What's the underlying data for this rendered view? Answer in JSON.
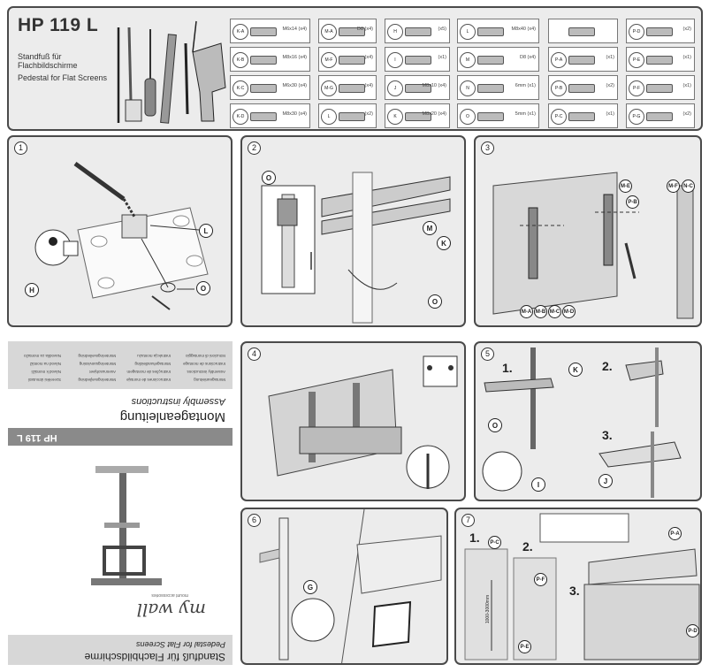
{
  "header": {
    "title": "HP 119 L",
    "subtitle_de": "Standfuß für Flachbildschirme",
    "subtitle_en": "Pedestal for Flat Screens",
    "tools": [
      "tape-measure-icon",
      "level-icon",
      "screwdriver-icon",
      "pencil-icon",
      "drill-icon"
    ]
  },
  "parts": [
    {
      "code": "K-A",
      "qty": "M6x14 (x4)"
    },
    {
      "code": "K-B",
      "qty": "M8x16 (x4)"
    },
    {
      "code": "K-C",
      "qty": "M6x30 (x4)"
    },
    {
      "code": "K-D",
      "qty": "M8x30 (x4)"
    },
    {
      "code": "M-A",
      "qty": "D8 (x4)"
    },
    {
      "code": "M-F",
      "qty": "(x4)"
    },
    {
      "code": "M-G",
      "qty": "(x4)"
    },
    {
      "code": "L",
      "qty": "(x2)"
    },
    {
      "code": "H",
      "qty": "(x5)"
    },
    {
      "code": "I",
      "qty": "(x1)"
    },
    {
      "code": "J",
      "qty": "M8x10 (x4)"
    },
    {
      "code": "K",
      "qty": "M8x20 (x4)"
    },
    {
      "code": "L",
      "qty": "M8x40 (x4)"
    },
    {
      "code": "M",
      "qty": "D8 (x4)"
    },
    {
      "code": "N",
      "qty": "6mm (x1)"
    },
    {
      "code": "O",
      "qty": "5mm (x1)"
    },
    {
      "code": "",
      "qty": ""
    },
    {
      "code": "P-A",
      "qty": "(x1)"
    },
    {
      "code": "P-B",
      "qty": "(x2)"
    },
    {
      "code": "P-C",
      "qty": "(x1)"
    },
    {
      "code": "P-D",
      "qty": "(x2)"
    },
    {
      "code": "P-E",
      "qty": "(x1)"
    },
    {
      "code": "P-F",
      "qty": "(x1)"
    },
    {
      "code": "P-G",
      "qty": "(x2)"
    }
  ],
  "steps": {
    "s1": {
      "num": "1",
      "callouts": [
        "L",
        "H",
        "O"
      ]
    },
    "s2": {
      "num": "2",
      "callouts": [
        "O",
        "M",
        "K",
        "O"
      ]
    },
    "s3": {
      "num": "3",
      "callouts": [
        "M-E",
        "P-B",
        "M-F",
        "N-C",
        "M-A",
        "M-B",
        "M-C",
        "M-D"
      ]
    },
    "s4": {
      "num": "4"
    },
    "s5": {
      "num": "5",
      "sub": [
        "1.",
        "2.",
        "3."
      ],
      "callouts": [
        "K",
        "O",
        "I",
        "J"
      ]
    },
    "s6": {
      "num": "6",
      "callouts": [
        "G"
      ]
    },
    "s7": {
      "num": "7",
      "sub": [
        "1.",
        "2.",
        "3."
      ],
      "callouts": [
        "P-C",
        "P-F",
        "P-E",
        "P-A",
        "P-D"
      ],
      "dim": "1000-3000mm"
    }
  },
  "cover": {
    "languages": [
      "Montageanleitung",
      "Assembly instructions",
      "Instructions de montage",
      "Istruzioni di montaggio",
      "Instrucciones de montaje",
      "Instruções de montagem",
      "Montagehandleiding",
      "Instrukcja montażu",
      "Monteringsvejledning",
      "Asennusohjeet",
      "Monteringsanvisning",
      "Monteringsveiledning",
      "Szerelési útmutató",
      "Návod k montáži",
      "Návod na montáž",
      "Navodila za montažo"
    ],
    "title_de": "Montageanleitung",
    "title_en": "Assembly instructions",
    "model": "HP 119 L",
    "logo": "my wall",
    "logo_tag": "mount accessories",
    "footer_de": "Standfuß für Flachbildschirme",
    "footer_en": "Pedestal for Flat Screens"
  }
}
